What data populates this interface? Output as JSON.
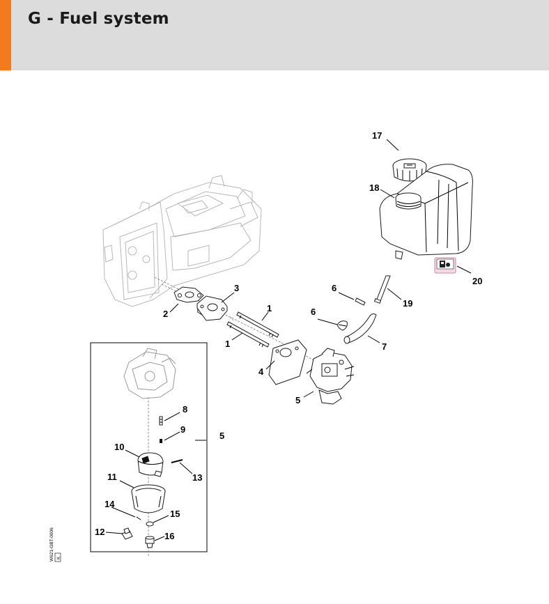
{
  "header": {
    "title": "G - Fuel system",
    "accent_color": "#f37a1f",
    "background": "#dcdcdc"
  },
  "diagram": {
    "reference_code": "W621-GBT-0006",
    "reference_box": "K",
    "parts_icon": "fuel-pump-icon",
    "labels": {
      "p1a": "1",
      "p1b": "1",
      "p2": "2",
      "p3": "3",
      "p4": "4",
      "p5a": "5",
      "p5b": "5",
      "p6a": "6",
      "p6b": "6",
      "p7": "7",
      "p8": "8",
      "p9": "9",
      "p10": "10",
      "p11": "11",
      "p12": "12",
      "p13": "13",
      "p14": "14",
      "p15": "15",
      "p16": "16",
      "p17": "17",
      "p18": "18",
      "p19": "19",
      "p20": "20"
    }
  }
}
